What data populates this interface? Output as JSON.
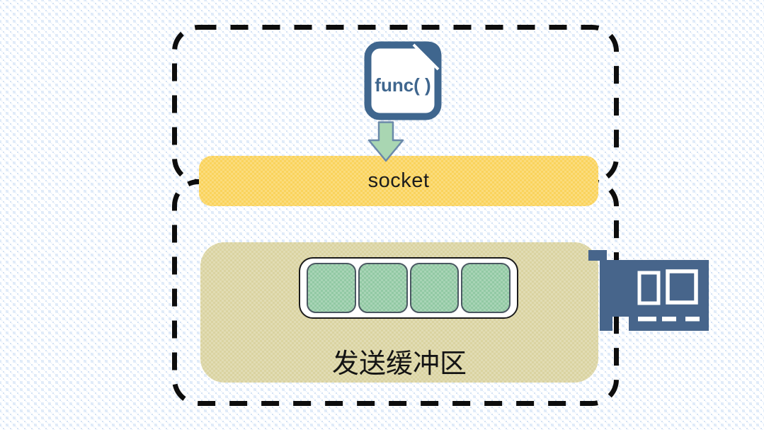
{
  "diagram": {
    "func_icon": {
      "icon": "func-document-icon",
      "label": "func( )",
      "color": "#3F668E"
    },
    "flow_arrow": {
      "icon": "down-arrow-icon",
      "fill": "#A9D6B2",
      "stroke": "#6A89A9"
    },
    "socket_bar": {
      "label": "socket",
      "color": "#FAD35C"
    },
    "send_buffer": {
      "label": "发送缓冲区",
      "color": "#DAD3A1",
      "segments": 4,
      "segment_color": "#92C9A4"
    },
    "network_card": {
      "icon": "network-card-icon",
      "color": "#47658B"
    },
    "boundary": {
      "style": "dashed",
      "color": "#0D0D0D"
    }
  }
}
